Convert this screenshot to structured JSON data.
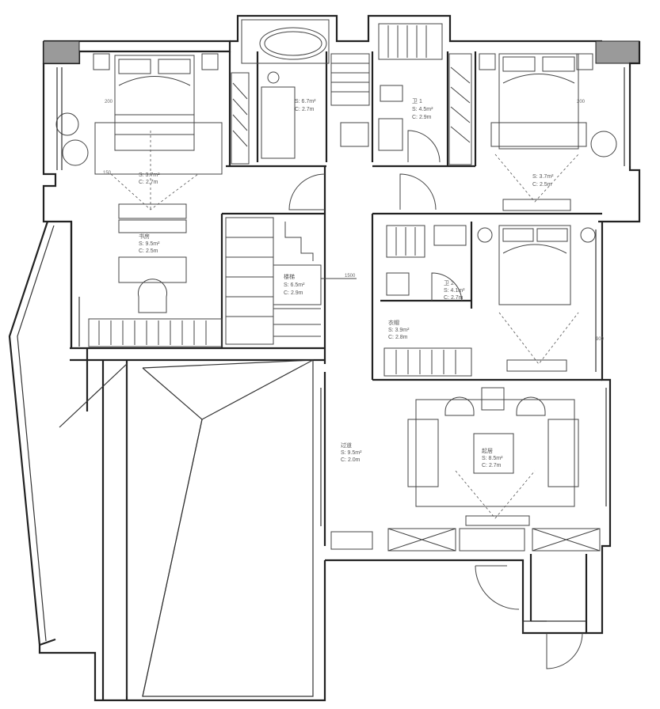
{
  "rooms": {
    "bedroom_nw": {
      "l1": "",
      "l2": "S: 3.7m²",
      "l3": "C: 2.7m"
    },
    "bath_master": {
      "l1": "",
      "l2": "S: 6.7m²",
      "l3": "C: 2.7m"
    },
    "bath_center": {
      "l1": "卫 1",
      "l2": "S: 4.5m²",
      "l3": "C: 2.9m"
    },
    "bedroom_ne": {
      "l1": "",
      "l2": "S: 3.7m²",
      "l3": "C: 2.5m"
    },
    "study": {
      "l1": "书房",
      "l2": "S: 9.5m²",
      "l3": "C: 2.5m"
    },
    "stair": {
      "l1": "楼梯",
      "l2": "S: 6.5m²",
      "l3": "C: 2.9m"
    },
    "bath_small": {
      "l1": "卫 2",
      "l2": "S: 4.1m²",
      "l3": "C: 2.7m"
    },
    "closet": {
      "l1": "衣帽",
      "l2": "S: 3.9m²",
      "l3": "C: 2.8m"
    },
    "corridor": {
      "l1": "过道",
      "l2": "S: 9.5m²",
      "l3": "C: 2.0m"
    },
    "living": {
      "l1": "起居",
      "l2": "S: 8.5m²",
      "l3": "C: 2.7m"
    }
  },
  "dims": {
    "d_200": "200",
    "d_150": "150",
    "d_900": "900",
    "d_1500": "1500"
  }
}
